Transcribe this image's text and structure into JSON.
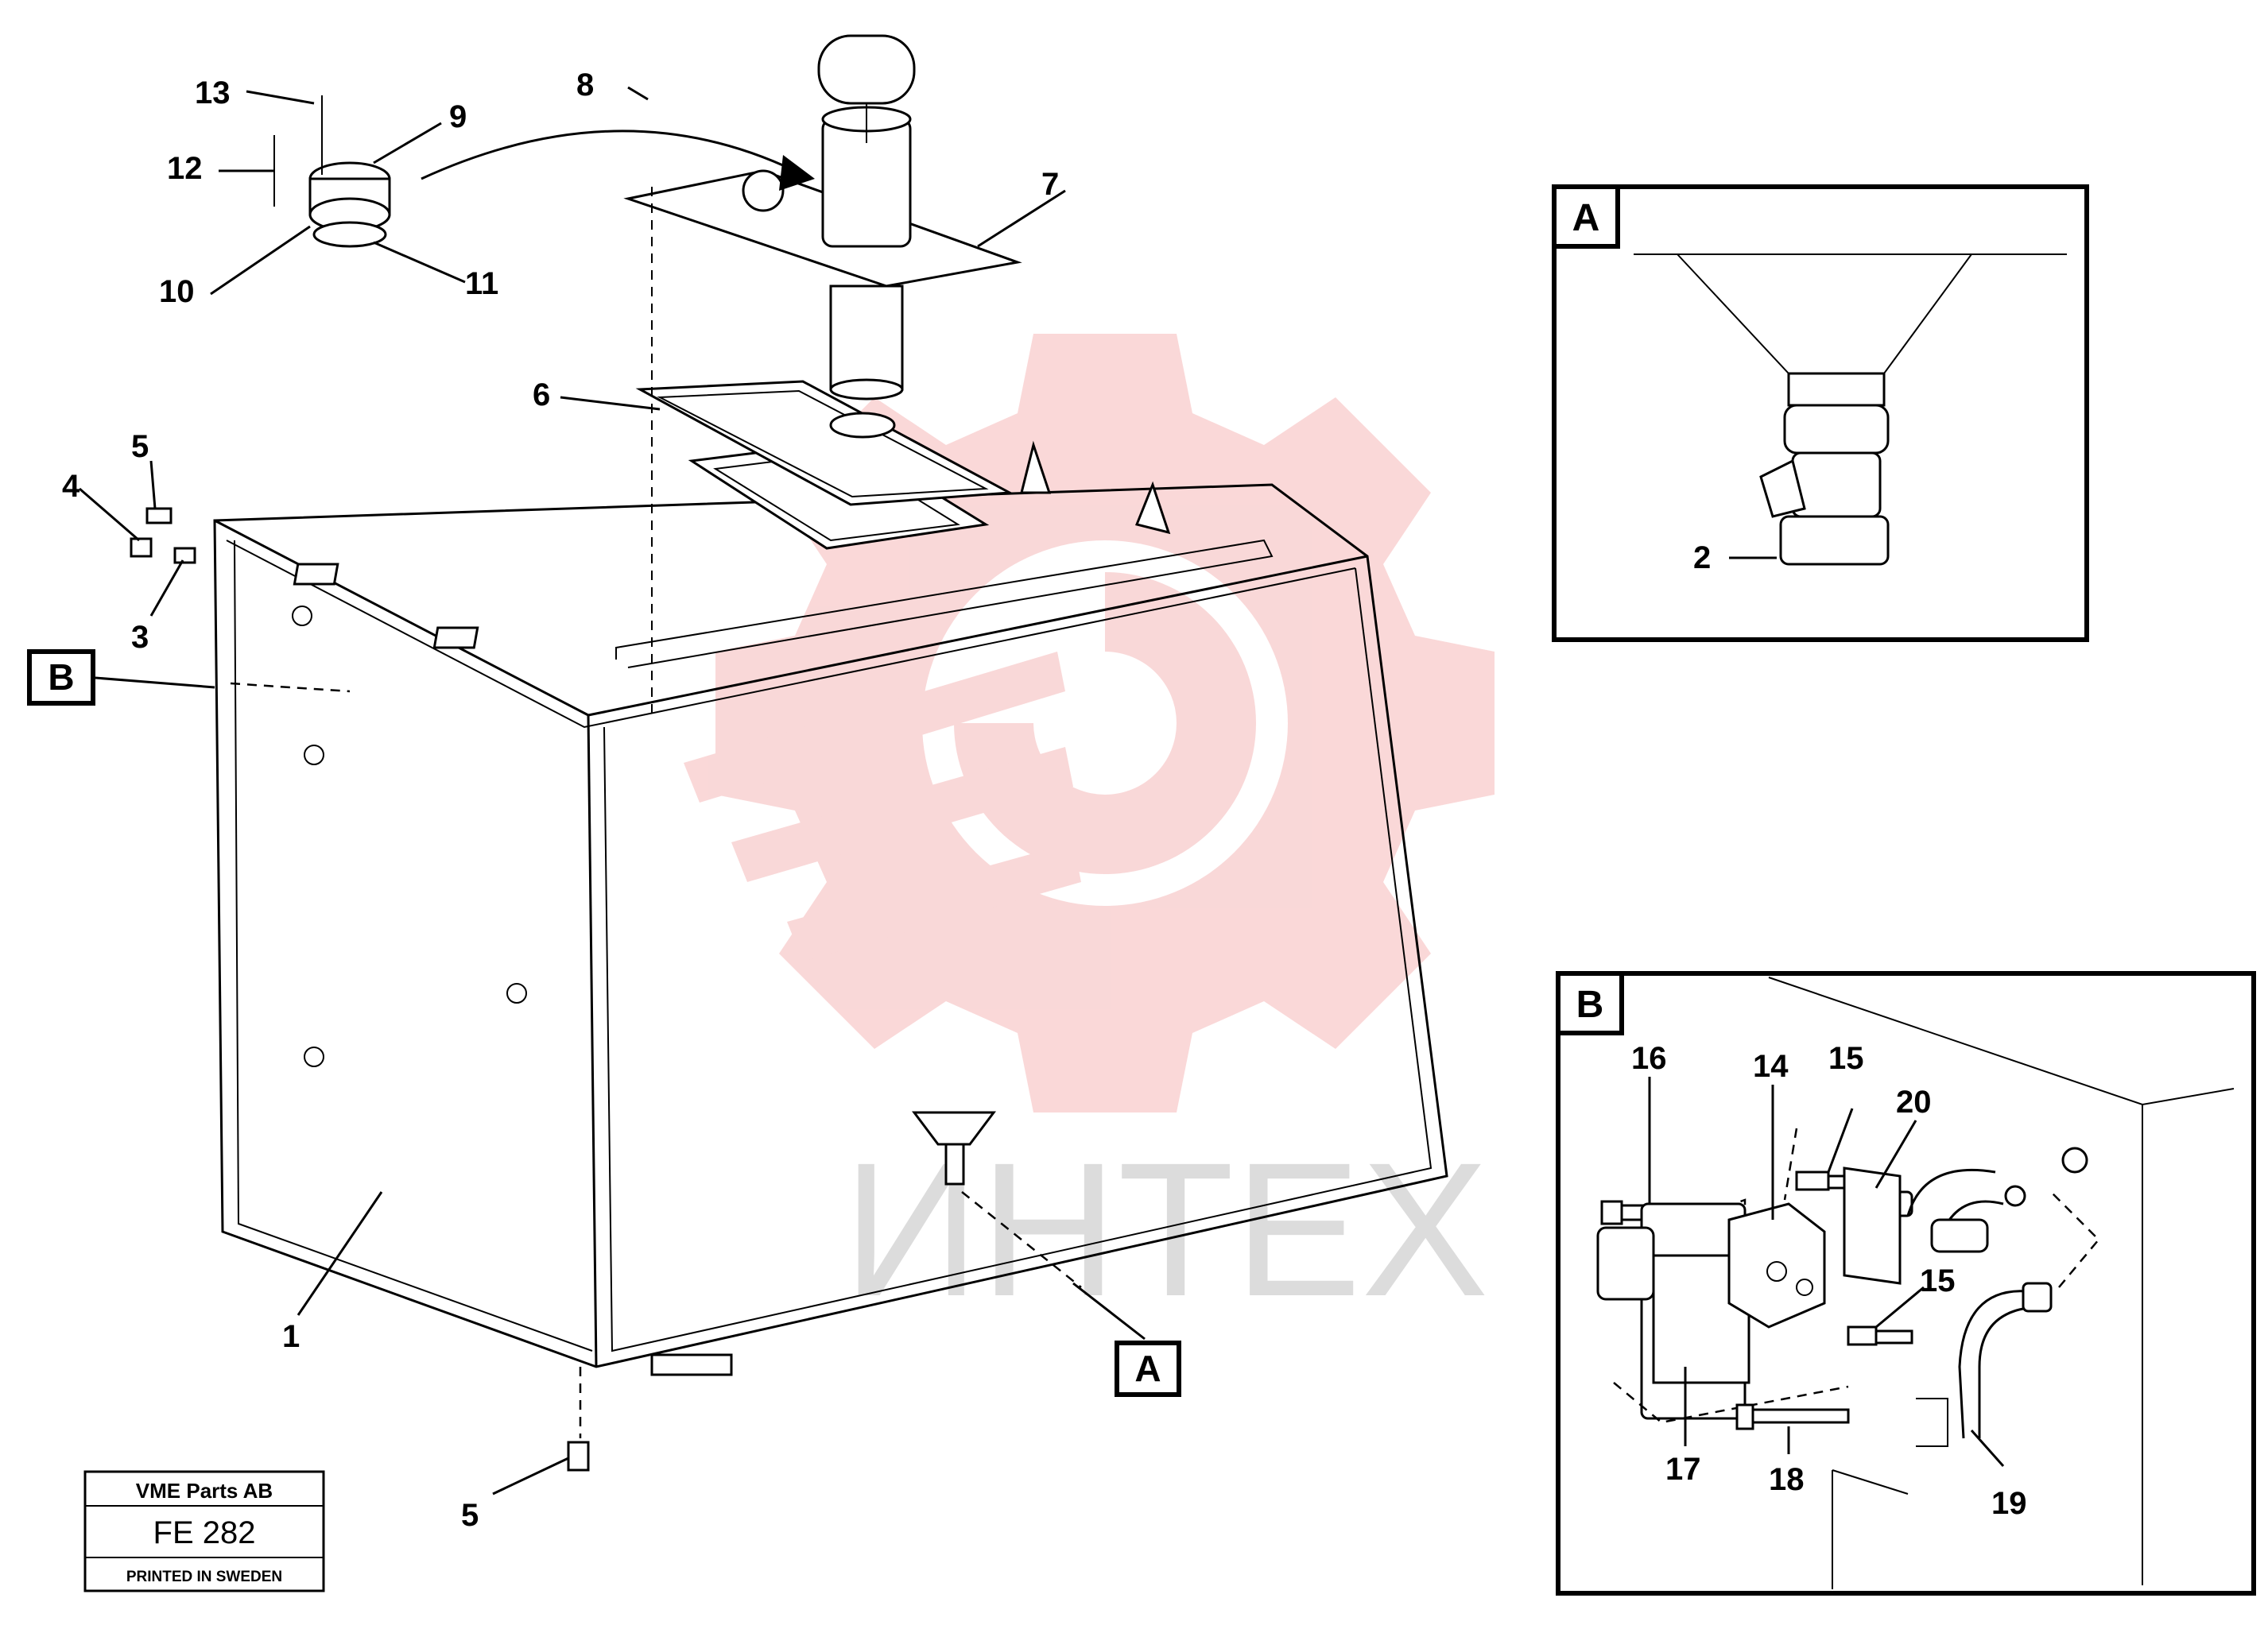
{
  "watermark": {
    "text": "ИНТЕХ",
    "color": "#f3c4c4"
  },
  "part_numbers": {
    "p1": "1",
    "p2": "2",
    "p3": "3",
    "p4": "4",
    "p5a": "5",
    "p5b": "5",
    "p6": "6",
    "p7": "7",
    "p8": "8",
    "p9": "9",
    "p10": "10",
    "p11": "11",
    "p12": "12",
    "p13": "13",
    "p14": "14",
    "p15a": "15",
    "p15b": "15",
    "p16": "16",
    "p17": "17",
    "p18": "18",
    "p19": "19",
    "p20": "20"
  },
  "callouts": {
    "A": "A",
    "B": "B"
  },
  "detail_views": {
    "A": {
      "label": "A"
    },
    "B": {
      "label": "B"
    }
  },
  "title_block": {
    "company": "VME Parts AB",
    "code": "FE 282",
    "printed": "PRINTED IN SWEDEN"
  }
}
